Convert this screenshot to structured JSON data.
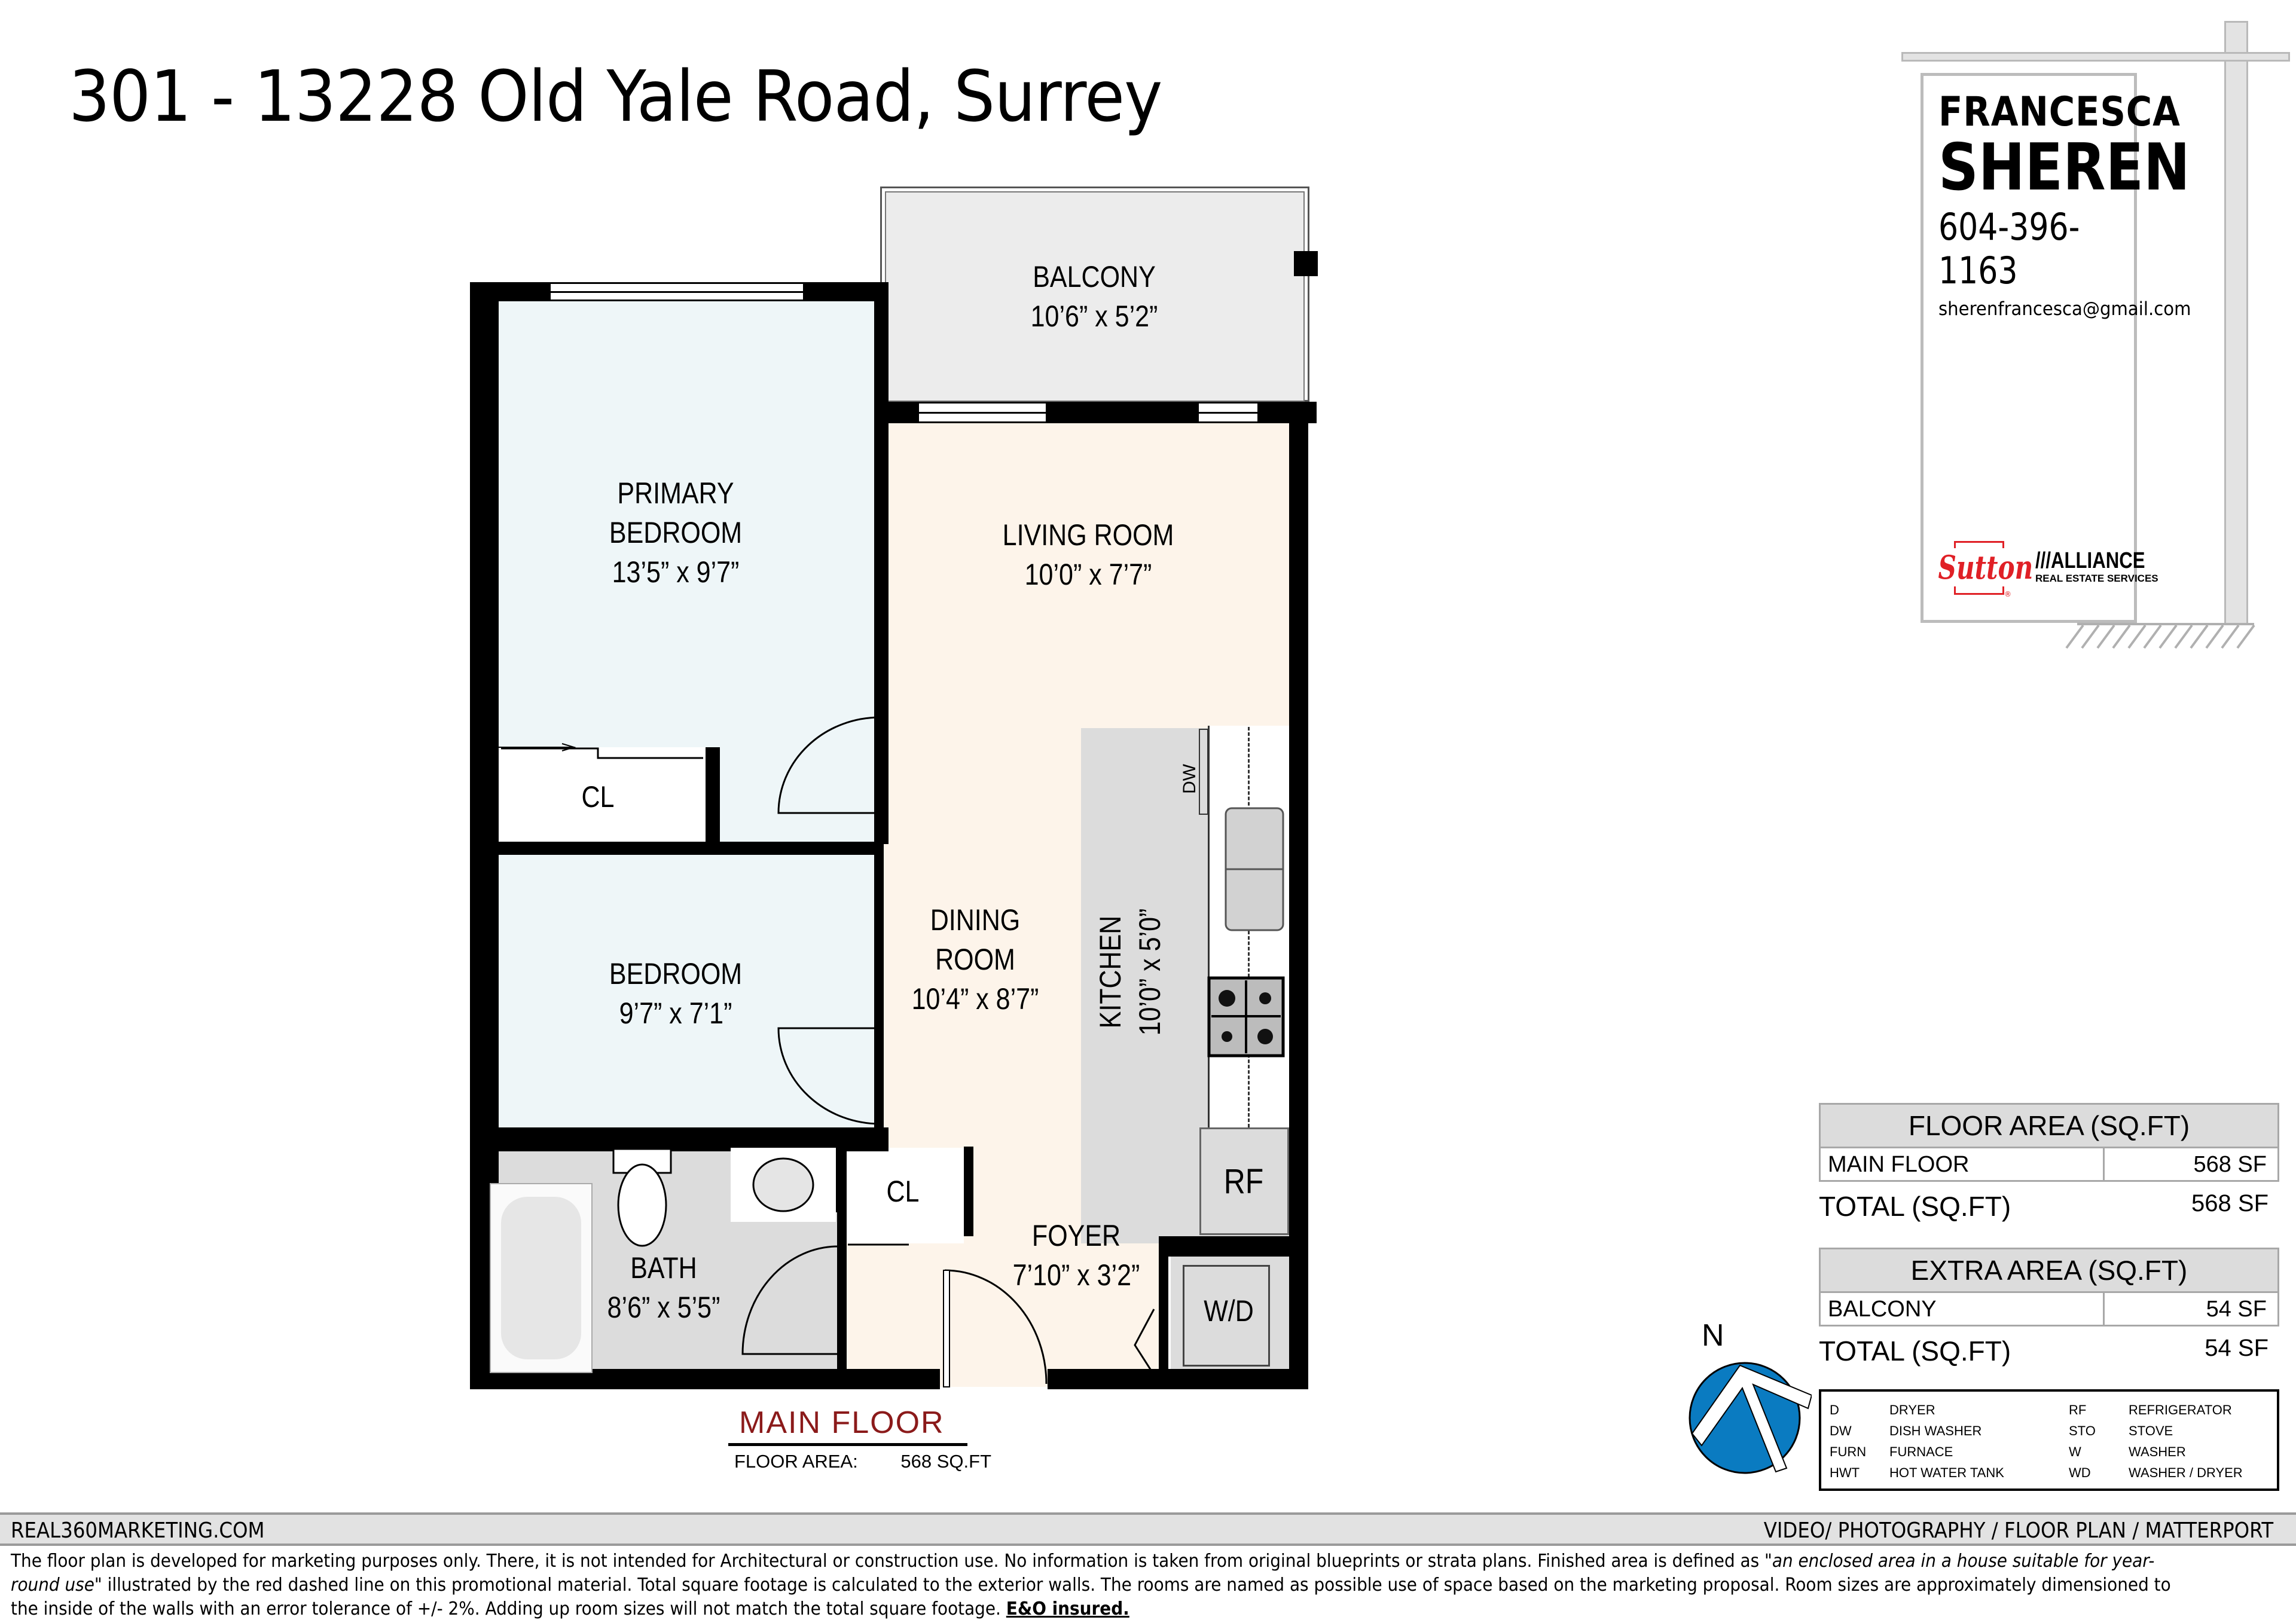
{
  "header": {
    "address": "301 - 13228 Old Yale Road, Surrey"
  },
  "agent_sign": {
    "first_name": "FRANCESCA",
    "last_name": "SHEREN",
    "phone": "604-396-1163",
    "email": "sherenfrancesca@gmail.com",
    "brokerage_logo_1": "Sutton",
    "brokerage_logo_1_mark": "®",
    "brokerage_logo_2_name": "ALLIANCE",
    "brokerage_logo_2_tagline": "REAL ESTATE SERVICES",
    "colors": {
      "sutton_red": "#e02026",
      "post_gray": "#e3e3e3"
    }
  },
  "floor_plan": {
    "rooms": [
      {
        "id": "balcony",
        "name": "BALCONY",
        "size": "10’6” x 5’2”",
        "color": "#ececec"
      },
      {
        "id": "primary-bedroom",
        "name_line1": "PRIMARY",
        "name_line2": "BEDROOM",
        "size": "13’5” x 9’7”",
        "color": "#eef6f8"
      },
      {
        "id": "living-room",
        "name": "LIVING ROOM",
        "size": "10’0” x 7’7”",
        "color": "#fdf4ea"
      },
      {
        "id": "closet-1",
        "name": "CL"
      },
      {
        "id": "dining-room",
        "name_line1": "DINING",
        "name_line2": "ROOM",
        "size": "10’4” x 8’7”",
        "color": "#fdf4ea"
      },
      {
        "id": "kitchen",
        "name": "KITCHEN",
        "size": "10’0” x 5’0”",
        "color": "#dcdcdc"
      },
      {
        "id": "bedroom",
        "name": "BEDROOM",
        "size": "9’7” x 7’1”",
        "color": "#eef6f8"
      },
      {
        "id": "bath",
        "name": "BATH",
        "size": "8’6” x 5’5”",
        "color": "#dcdcdc"
      },
      {
        "id": "closet-2",
        "name": "CL"
      },
      {
        "id": "foyer",
        "name": "FOYER",
        "size": "7’10” x 3’2”",
        "color": "#fdf4ea"
      }
    ],
    "fixtures": {
      "dishwasher": "DW",
      "refrigerator": "RF",
      "washer_dryer": "W/D"
    },
    "floor_label": "MAIN FLOOR",
    "floor_area_label": "FLOOR AREA:",
    "floor_area_value": "568 SQ.FT",
    "floor_label_color": "#8b1a1a"
  },
  "compass": {
    "label": "N",
    "color": "#0a7bc1"
  },
  "floor_area_table": {
    "title": "FLOOR AREA (SQ.FT)",
    "rows": [
      {
        "label": "MAIN FLOOR",
        "value": "568 SF"
      }
    ],
    "total_label": "TOTAL (SQ.FT)",
    "total_value": "568 SF"
  },
  "extra_area_table": {
    "title": "EXTRA AREA (SQ.FT)",
    "rows": [
      {
        "label": "BALCONY",
        "value": "54 SF"
      }
    ],
    "total_label": "TOTAL (SQ.FT)",
    "total_value": "54 SF"
  },
  "legend": [
    {
      "abbr": "D",
      "meaning": "DRYER"
    },
    {
      "abbr": "RF",
      "meaning": "REFRIGERATOR"
    },
    {
      "abbr": "DW",
      "meaning": "DISH WASHER"
    },
    {
      "abbr": "STO",
      "meaning": "STOVE"
    },
    {
      "abbr": "FURN",
      "meaning": "FURNACE"
    },
    {
      "abbr": "W",
      "meaning": "WASHER"
    },
    {
      "abbr": "HWT",
      "meaning": "HOT WATER TANK"
    },
    {
      "abbr": "WD",
      "meaning": "WASHER / DRYER"
    }
  ],
  "footer": {
    "website": "REAL360MARKETING.COM",
    "services": "VIDEO/ PHOTOGRAPHY / FLOOR PLAN / MATTERPORT",
    "disclaimer_part1": "The floor plan is developed for marketing purposes only. There, it is not intended for Architectural or construction use. No information is  taken from original blueprints or strata plans. Finished area is defined as  ",
    "disclaimer_quote": "\"an enclosed area in a house suitable for year-round use\"",
    "disclaimer_part2": " illustrated by the red dashed line on this promotional material. Total square footage is calculated to the exterior walls. The rooms are named as possible use of space based on the marketing proposal. Room sizes are approximately dimensioned to the inside of the walls with an error tolerance of +/- 2%. Adding up room sizes will not match the total square footage. ",
    "disclaimer_eo": "E&O insured."
  }
}
